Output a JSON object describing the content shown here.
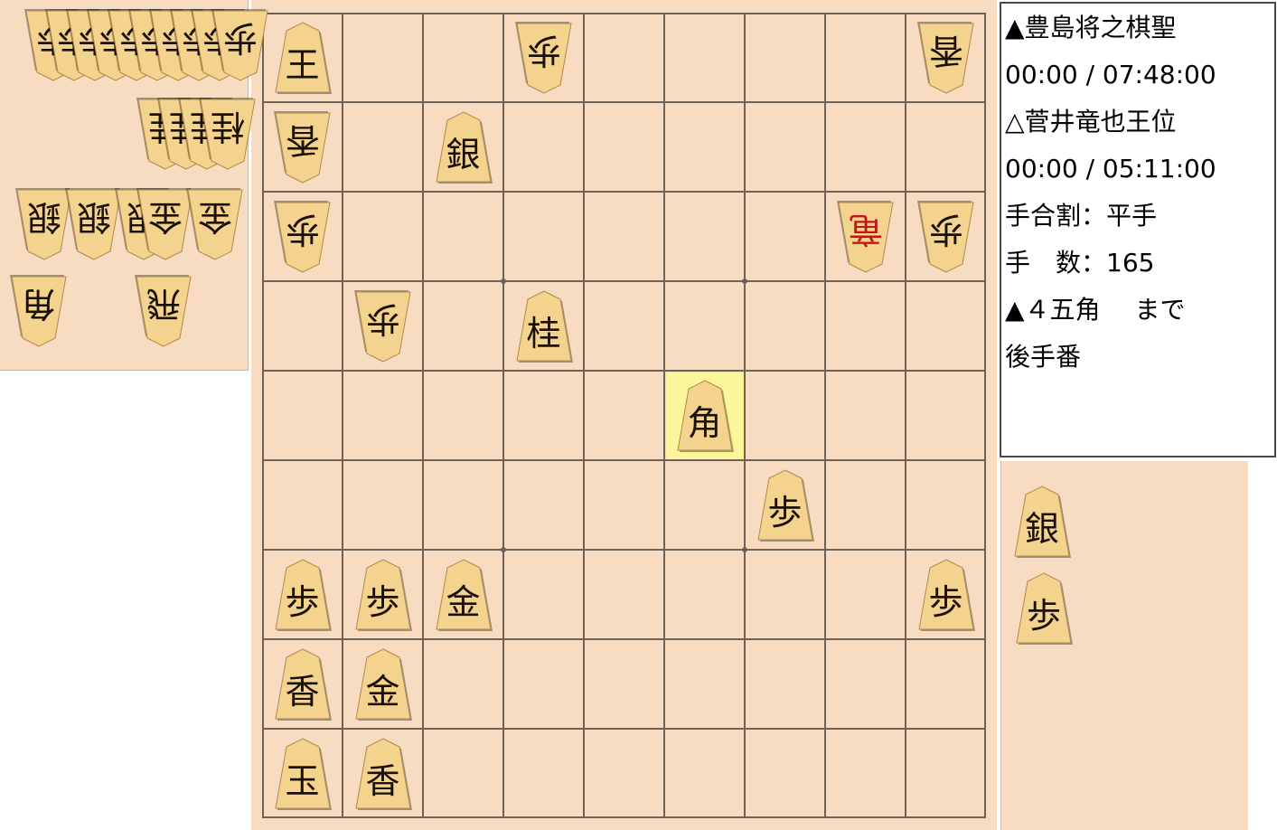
{
  "info": {
    "sente_label": "▲豊島将之棋聖",
    "sente_time": "00:00 / 07:48:00",
    "gote_label": "△菅井竜也王位",
    "gote_time": "00:00 / 05:11:00",
    "handicap": "手合割：平手",
    "move_count": "手　数：165",
    "last_move": "▲４五角",
    "last_move_suffix": "まで",
    "turn": "後手番"
  },
  "last_move_square": {
    "file": 4,
    "rank": 5
  },
  "board_pieces": [
    {
      "file": 9,
      "rank": 1,
      "label": "王",
      "owner": "sente"
    },
    {
      "file": 6,
      "rank": 1,
      "label": "歩",
      "owner": "gote"
    },
    {
      "file": 1,
      "rank": 1,
      "label": "香",
      "owner": "gote"
    },
    {
      "file": 9,
      "rank": 2,
      "label": "香",
      "owner": "gote"
    },
    {
      "file": 7,
      "rank": 2,
      "label": "銀",
      "owner": "sente"
    },
    {
      "file": 9,
      "rank": 3,
      "label": "歩",
      "owner": "gote"
    },
    {
      "file": 2,
      "rank": 3,
      "label": "竜",
      "owner": "gote",
      "promoted": true
    },
    {
      "file": 1,
      "rank": 3,
      "label": "歩",
      "owner": "gote"
    },
    {
      "file": 8,
      "rank": 4,
      "label": "歩",
      "owner": "gote"
    },
    {
      "file": 6,
      "rank": 4,
      "label": "桂",
      "owner": "sente"
    },
    {
      "file": 4,
      "rank": 5,
      "label": "角",
      "owner": "sente"
    },
    {
      "file": 3,
      "rank": 6,
      "label": "歩",
      "owner": "sente"
    },
    {
      "file": 9,
      "rank": 7,
      "label": "歩",
      "owner": "sente"
    },
    {
      "file": 8,
      "rank": 7,
      "label": "歩",
      "owner": "sente"
    },
    {
      "file": 7,
      "rank": 7,
      "label": "金",
      "owner": "sente"
    },
    {
      "file": 1,
      "rank": 7,
      "label": "歩",
      "owner": "sente"
    },
    {
      "file": 9,
      "rank": 8,
      "label": "香",
      "owner": "sente"
    },
    {
      "file": 8,
      "rank": 8,
      "label": "金",
      "owner": "sente"
    },
    {
      "file": 9,
      "rank": 9,
      "label": "玉",
      "owner": "sente"
    },
    {
      "file": 8,
      "rank": 9,
      "label": "香",
      "owner": "sente"
    }
  ],
  "gote_hand": [
    {
      "label": "歩",
      "count": 10
    },
    {
      "label": "桂",
      "count": 4
    },
    {
      "label": "銀",
      "count": 3
    },
    {
      "label": "金",
      "count": 2
    },
    {
      "label": "角",
      "count": 1
    },
    {
      "label": "飛",
      "count": 1
    }
  ],
  "sente_hand": [
    {
      "label": "銀",
      "count": 1
    },
    {
      "label": "歩",
      "count": 1
    }
  ],
  "colors": {
    "board": "#f8dcc2",
    "grid": "#6e6256",
    "piece_face": "#f3d38e",
    "highlight": "#fbf69a",
    "promoted_text": "#c01818"
  }
}
